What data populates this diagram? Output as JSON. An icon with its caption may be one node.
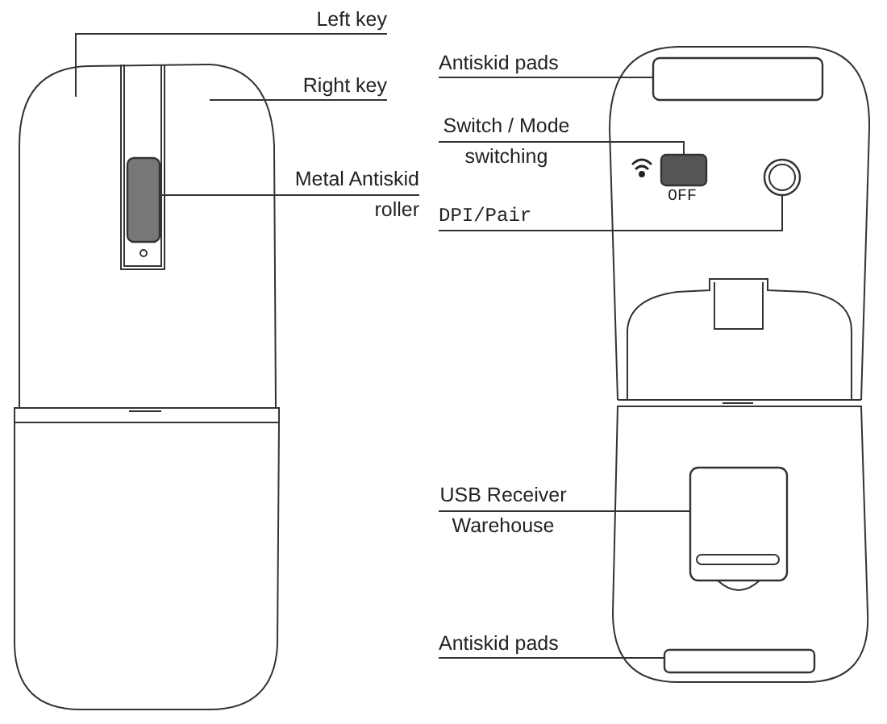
{
  "diagram": {
    "nodes": [
      {
        "text": [
          "Left key"
        ]
      },
      {
        "text": [
          "Right key"
        ]
      },
      {
        "text": [
          "Metal Antiskid roller"
        ]
      },
      {
        "text": [],
        "shape": "box"
      },
      {
        "text": [
          "Antiskid pads"
        ]
      },
      {
        "text": [],
        "shape": "box"
      },
      {
        "text": [
          "Switch / Mode switching"
        ]
      },
      {
        "text": [],
        "shape": "box",
        "beside": [
          "OFF"
        ]
      },
      {
        "text": [
          "DPI/Pair"
        ]
      },
      {
        "text": [],
        "shape": "circle"
      },
      {
        "text": [
          "USB Receiver Warehouse"
        ]
      },
      {
        "text": [],
        "shape": "box"
      },
      {
        "text": [
          "Antiskid pads"
        ]
      },
      {
        "text": [],
        "shape": "box"
      }
    ],
    "edges": [
      {
        "from": 0,
        "to": null,
        "arrow": "none"
      },
      {
        "from": 1,
        "to": null,
        "arrow": "none"
      },
      {
        "from": 2,
        "to": 3,
        "arrow": "none"
      },
      {
        "from": 4,
        "to": 5,
        "arrow": "none"
      },
      {
        "from": 6,
        "to": 7,
        "arrow": "none"
      },
      {
        "from": 8,
        "to": 9,
        "arrow": "none"
      },
      {
        "from": 10,
        "to": 11,
        "arrow": "none"
      },
      {
        "from": 12,
        "to": 13,
        "arrow": "none"
      }
    ]
  }
}
